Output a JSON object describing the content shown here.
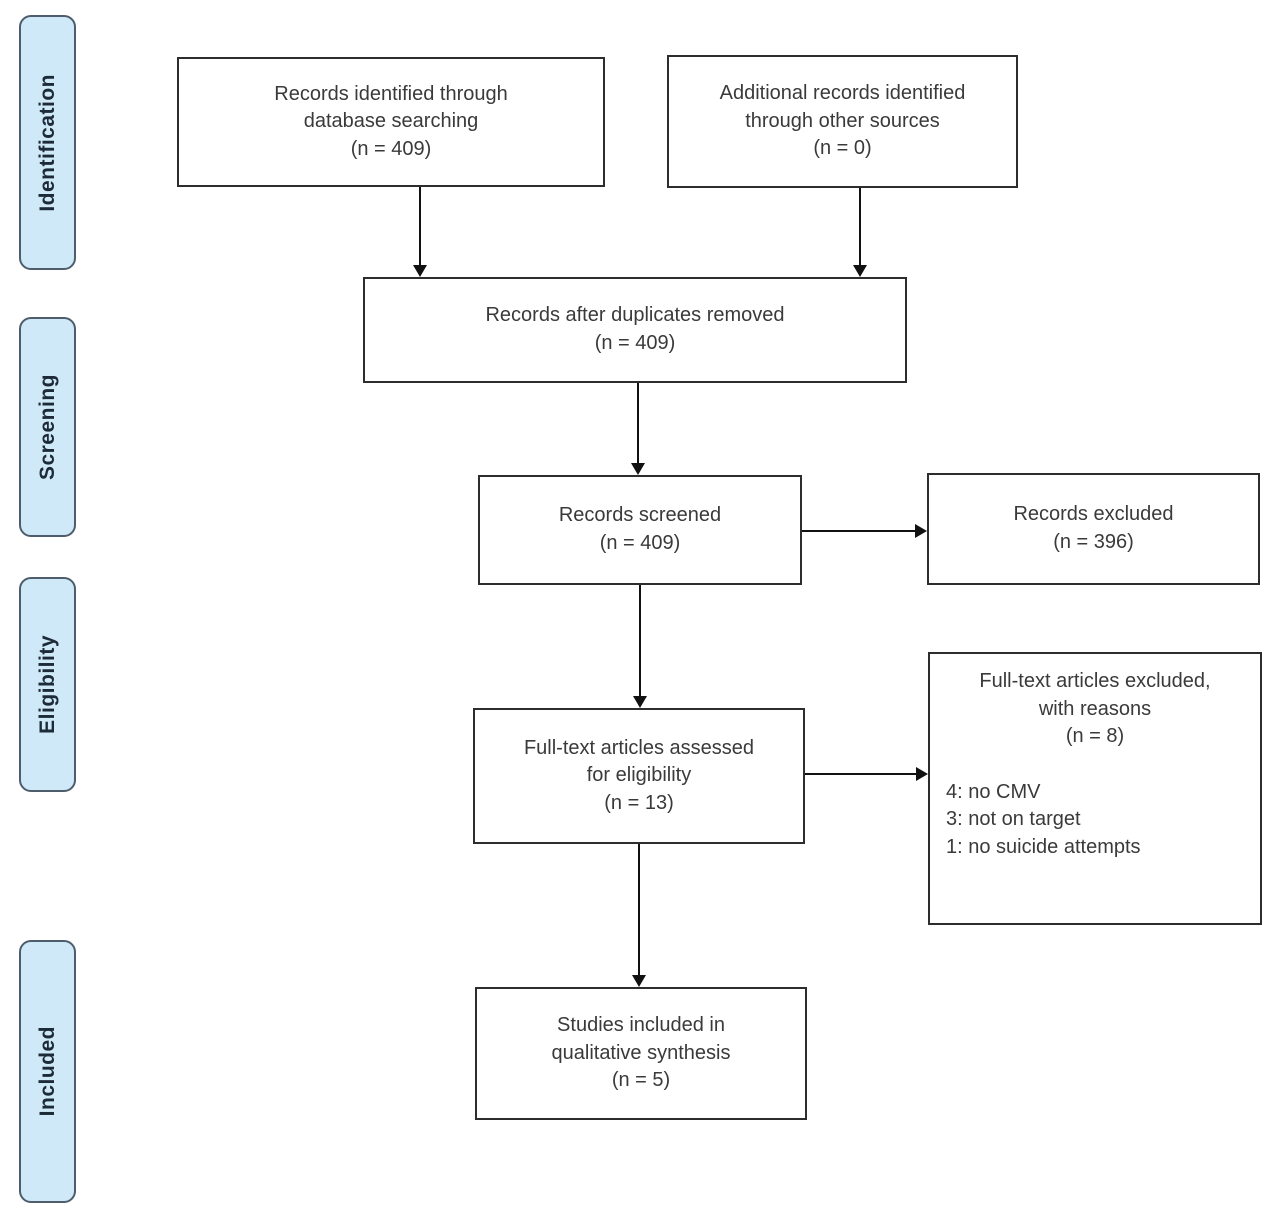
{
  "colors": {
    "background": "#ffffff",
    "stage_fill": "#cfe9f9",
    "stage_border": "#4e5d6b",
    "stage_text": "#1d2a38",
    "box_background": "#ffffff",
    "box_border": "#2d2d2d",
    "box_text": "#3a3a3a",
    "arrow": "#111111"
  },
  "stages": {
    "identification": "Identification",
    "screening": "Screening",
    "eligibility": "Eligibility",
    "included": "Included"
  },
  "boxes": {
    "records_identified": "Records identified through\ndatabase searching\n(n = 409)",
    "additional_records": "Additional records identified\nthrough other sources\n(n = 0)",
    "duplicates_removed": "Records after duplicates removed\n(n = 409)",
    "records_screened": "Records screened\n(n = 409)",
    "records_excluded": "Records excluded\n(n = 396)",
    "fulltext_assessed": "Full-text articles assessed\nfor eligibility\n(n = 13)",
    "fulltext_excluded_title": "Full-text articles excluded,\nwith reasons\n(n = 8)",
    "fulltext_excluded_reasons": "4: no CMV\n3: not on target\n1: no suicide attempts",
    "studies_included": "Studies included in\nqualitative synthesis\n(n = 5)"
  }
}
